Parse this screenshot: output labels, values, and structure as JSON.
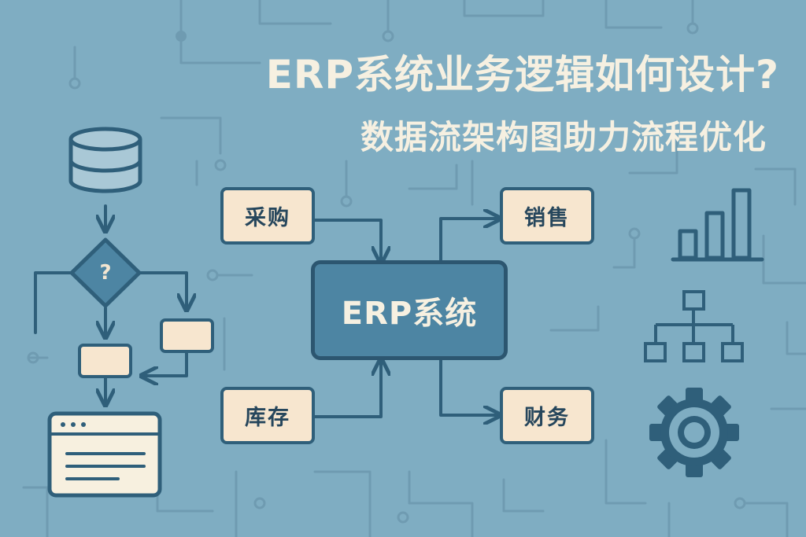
{
  "title": {
    "main": "ERP系统业务逻辑如何设计?",
    "subtitle": "数据流架构图助力流程优化"
  },
  "diagram": {
    "center_label": "ERP系统",
    "inputs": [
      "采购",
      "库存"
    ],
    "outputs": [
      "销售",
      "财务"
    ],
    "decision_symbol": "?"
  },
  "icons": [
    "database-icon",
    "decision-diamond-icon",
    "window-icon",
    "bar-chart-icon",
    "org-chart-icon",
    "gear-icon"
  ],
  "colors": {
    "background": "#7fadc2",
    "node_fill": "#f7e6cf",
    "stroke": "#2f5f7a",
    "center_fill": "#4d85a3",
    "title": "#f6f0e1"
  }
}
